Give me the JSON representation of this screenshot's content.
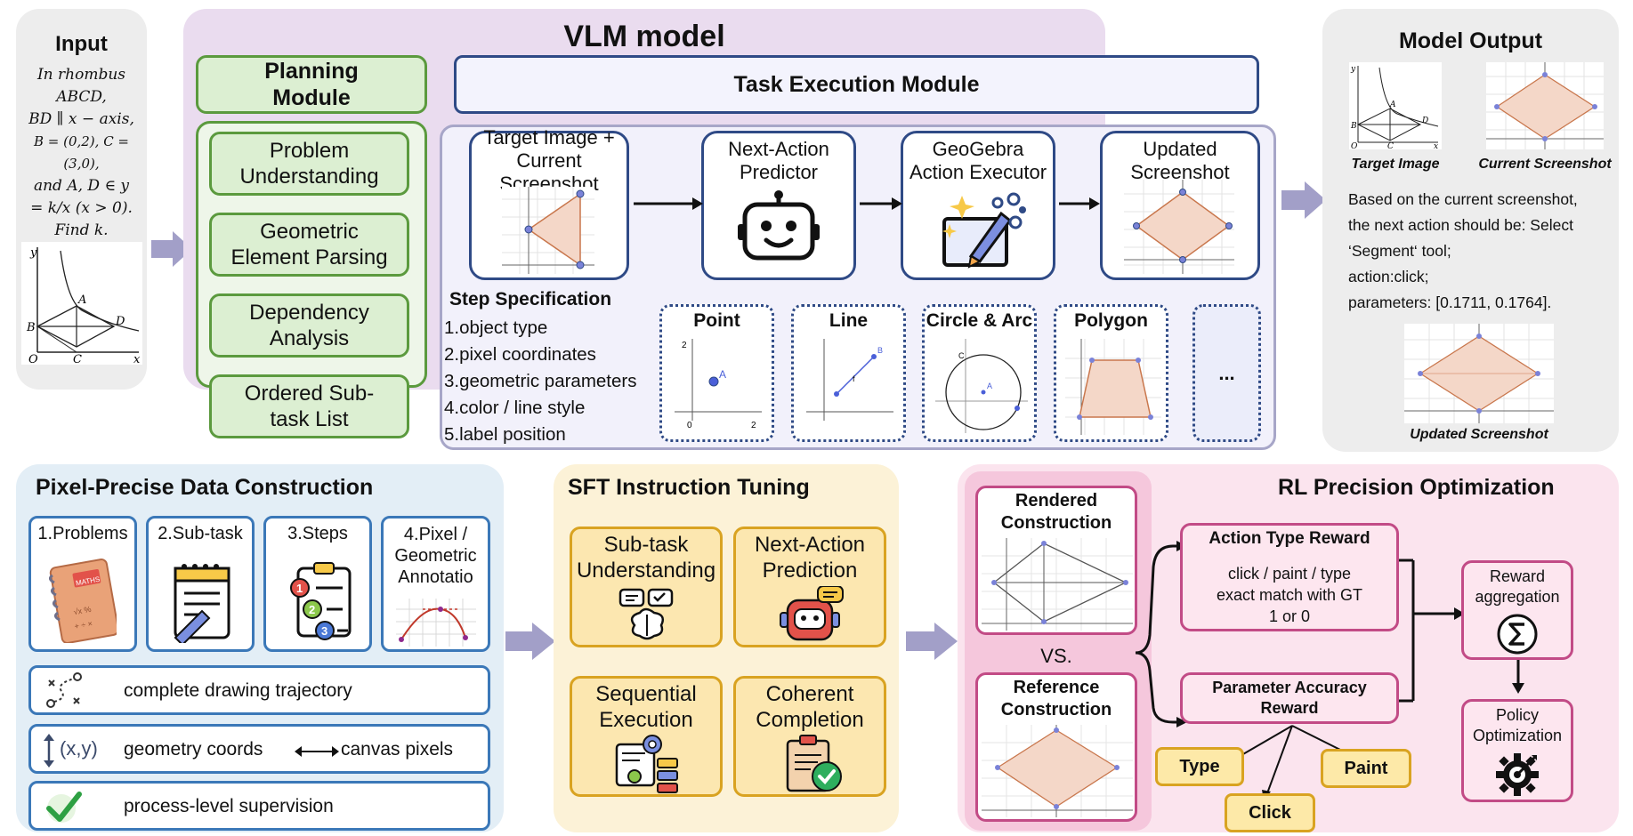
{
  "input": {
    "title": "Input",
    "problem_lines": [
      "In rhombus ABCD,",
      "BD ∥ x − axis,",
      "B = (0,2), C = (3,0),",
      "and A, D ∈ y",
      "= k/x (x > 0).",
      "Find k."
    ],
    "figure_labels": {
      "y": "y",
      "x": "x",
      "A": "A",
      "B": "B",
      "C": "C",
      "D": "D",
      "O": "O"
    }
  },
  "vlm": {
    "title": "VLM model",
    "planning": {
      "title": "Planning Module",
      "items": [
        "Problem Understanding",
        "Geometric Element Parsing",
        "Dependency Analysis",
        "Ordered Sub-task List"
      ]
    },
    "task_execution": {
      "title": "Task Execution Module",
      "pipeline": [
        "Target Image + Current Screenshot",
        "Next-Action Predictor",
        "GeoGebra Action Executor",
        "Updated Screenshot"
      ],
      "step_spec": {
        "title": "Step Specification",
        "items": [
          "1.object type",
          "2.pixel coordinates",
          "3.geometric parameters",
          "4.color / line style",
          "5.label position"
        ]
      },
      "object_types": [
        "Point",
        "Line",
        "Circle & Arc",
        "Polygon",
        "..."
      ]
    }
  },
  "model_output": {
    "title": "Model Output",
    "target_caption": "Target Image",
    "current_caption": "Current Screenshot",
    "text_lines": [
      "Based on the current screenshot,",
      "the next action should be: Select",
      "‘Segment‘ tool;",
      "action:click;",
      "parameters: [0.1711, 0.1764]."
    ],
    "updated_caption": "Updated Screenshot"
  },
  "pixel_data": {
    "title": "Pixel-Precise Data Construction",
    "cards": [
      "1.Problems",
      "2.Sub-task",
      "3.Steps",
      "4.Pixel / Geometric Annotatio"
    ],
    "rows": [
      {
        "icon": "trajectory-icon",
        "text": "complete drawing trajectory"
      },
      {
        "icon": "coordinate-icon",
        "prefix": "(x,y)",
        "text_left": "geometry coords",
        "text_right": "canvas pixels"
      },
      {
        "icon": "check-icon",
        "text": "process-level supervision"
      }
    ],
    "book_label": "MATHS"
  },
  "sft": {
    "title": "SFT Instruction Tuning",
    "items": [
      "Sub-task Understanding",
      "Next-Action Prediction",
      "Sequential Execution",
      "Coherent Completion"
    ]
  },
  "rl": {
    "title": "RL Precision Optimization",
    "rendered": "Rendered Construction",
    "vs": "VS.",
    "reference": "Reference Construction",
    "action_reward_title": "Action Type Reward",
    "action_reward_text": [
      "click / paint / type",
      "exact match with GT",
      "1 or 0"
    ],
    "param_reward": "Parameter Accuracy Reward",
    "tags": [
      "Type",
      "Click",
      "Paint"
    ],
    "aggregation": "Reward aggregation",
    "policy": "Policy Optimization"
  },
  "colors": {
    "input_bg": "#ededed",
    "vlm_bg": "#eadcef",
    "green": "#5b9a3e",
    "navy": "#2f4a86",
    "pixel_bg": "#e3eef6",
    "sft_bg": "#fcf2d7",
    "rl_bg": "#fbe4ee",
    "arrow": "#a29fc8"
  }
}
